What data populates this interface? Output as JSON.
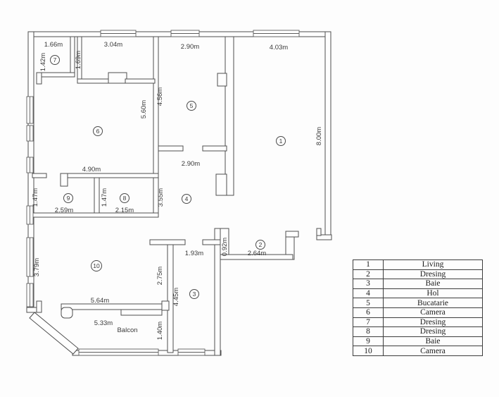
{
  "plan": {
    "dims": {
      "room7_width": "1.66m",
      "room7_height": "1.42m",
      "niche_width": "3.04m",
      "niche_height": "1.69m",
      "kitchen_width_top": "2.90m",
      "living_width": "4.03m",
      "kitchen_height": "4.56m",
      "camera6_height": "5.60m",
      "living_height": "8.00m",
      "kitchen_width_bottom": "2.90m",
      "camera6_width": "4.90m",
      "baie9_height": "1.47m",
      "baie9_width": "2.59m",
      "dresing8_height": "1.47m",
      "dresing8_width": "2.15m",
      "hol_height": "3.55m",
      "dresing2_height": "0.92m",
      "dresing2_width": "2.64m",
      "baie3_width": "1.93m",
      "camera10_height": "3.79m",
      "camera10_inner_height": "2.75m",
      "baie3_height": "4.45m",
      "camera10_width": "5.64m",
      "balcony_width": "5.33m",
      "balcony_height": "1.40m",
      "balcony_label": "Balcon"
    },
    "rooms": [
      "1",
      "2",
      "3",
      "4",
      "5",
      "6",
      "7",
      "8",
      "9",
      "10"
    ]
  },
  "legend": {
    "rows": [
      {
        "num": "1",
        "label": "Living"
      },
      {
        "num": "2",
        "label": "Dresing"
      },
      {
        "num": "3",
        "label": "Baie"
      },
      {
        "num": "4",
        "label": "Hol"
      },
      {
        "num": "5",
        "label": "Bucatarie"
      },
      {
        "num": "6",
        "label": "Camera"
      },
      {
        "num": "7",
        "label": "Dresing"
      },
      {
        "num": "8",
        "label": "Dresing"
      },
      {
        "num": "9",
        "label": "Baie"
      },
      {
        "num": "10",
        "label": "Camera"
      }
    ]
  }
}
